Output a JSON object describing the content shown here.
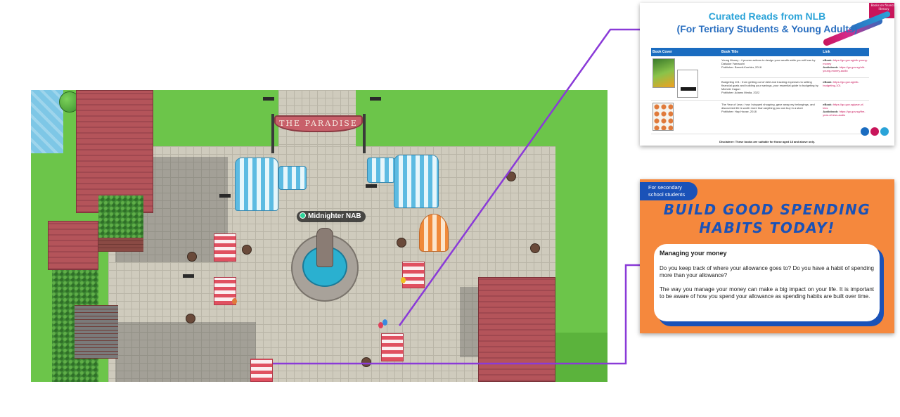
{
  "map": {
    "banner_text": "THE PARADISE",
    "player_name": "Midnighter NAB",
    "colors": {
      "grass": "#6cc54a",
      "plaza": "#cfcbbd",
      "water": "#7ec7e6",
      "roof": "#b4545a",
      "tent": "#5cbbe2",
      "stall": "#e05060"
    }
  },
  "connector_color": "#8a3ad8",
  "curated_reads": {
    "title_line1": "Curated Reads from NLB",
    "title_line2": "(For Tertiary Students & Young Adults)",
    "corner_label": "Books on financial literacy",
    "columns": [
      "Book Cover",
      "Book Title",
      "Link"
    ],
    "rows": [
      {
        "title": "Young Money : 4 proven actions to design your wealth while you still can by Daisuke Yamauchi",
        "publisher": "Publisher: Berrett-Koehler, 2018",
        "ebook_label": "eBook:",
        "ebook_link": "https://go.gov.sg/nlb-young-money",
        "audio_label": "Audiobook:",
        "audio_link": "https://go.gov.sg/nlb-young-money-audio"
      },
      {
        "title": "Budgeting 101 : from getting out of debt and tracking expenses to setting financial goals and building your savings, your essential guide to budgeting by Michele Cagan",
        "publisher": "Publisher: Adams Media, 2022",
        "ebook_label": "eBook:",
        "ebook_link": "https://go.gov.sg/nlb-budgeting-101",
        "audio_label": "",
        "audio_link": ""
      },
      {
        "title": "The Year of Less : how I stopped shopping, gave away my belongings, and discovered life is worth more than anything you can buy in a store",
        "publisher": "Publisher: Hay House, 2018",
        "ebook_label": "eBook:",
        "ebook_link": "https://go.gov.sg/year-of-less",
        "audio_label": "Audiobook:",
        "audio_link": "https://go.gov.sg/the-year-of-less-audio"
      }
    ],
    "disclaimer": "Disclaimer: These books are suitable for those aged 18 and above only.",
    "dot_colors": [
      "#1a6cc0",
      "#c8155a",
      "#2aa3d8"
    ]
  },
  "spending": {
    "audience": "For secondary school students",
    "headline_line1": "BUILD GOOD SPENDING",
    "headline_line2": "HABITS TODAY!",
    "section_title": "Managing your money",
    "paragraph1": "Do you keep track of where your allowance goes to? Do you have a habit of spending more than your allowance?",
    "paragraph2": "The way you manage your money can make a big impact on your life. It is important to be aware of how you spend your allowance as spending habits are built over time.",
    "colors": {
      "background": "#f5883d",
      "accent": "#1a52b8"
    }
  }
}
